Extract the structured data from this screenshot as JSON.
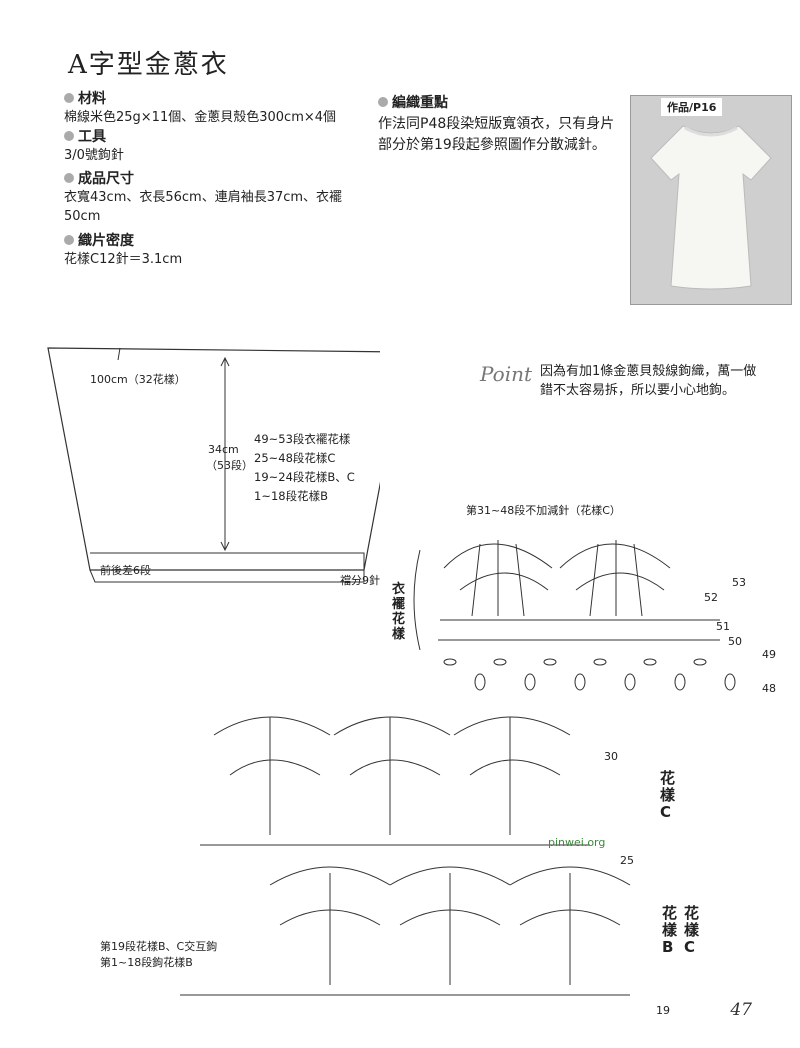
{
  "title": "A字型金蔥衣",
  "materials": {
    "heading": "材料",
    "text": "棉線米色25g×11個、金蔥貝殼色300cm×4個"
  },
  "tools": {
    "heading": "工具",
    "text": "3/0號鉤針"
  },
  "size": {
    "heading": "成品尺寸",
    "text": "衣寬43cm、衣長56cm、連肩袖長37cm、衣襬50cm"
  },
  "gauge": {
    "heading": "織片密度",
    "text": "花樣C12針＝3.1cm"
  },
  "knitting_points": {
    "heading": "編織重點",
    "text": "作法同P48段染短版寬領衣，只有身片部分於第19段起參照圖作分散減針。"
  },
  "photo_label": "作品/P16",
  "point": {
    "label": "Point",
    "text": "因為有加1條金蔥貝殼線鉤織，萬一做錯不太容易拆，所以要小心地鉤。"
  },
  "schematic": {
    "width_label": "100cm（32花樣）",
    "height_label": "34cm",
    "rows_label": "（53段）",
    "rows": [
      "49~53段衣襬花樣",
      "25~48段花樣C",
      "19~24段花樣B、C",
      "1~18段花樣B"
    ],
    "diff_label": "前後差6段",
    "split_label": "襠分9針"
  },
  "hem_chart": {
    "caption": "第31~48段不加減針（花樣C）",
    "side_label": "衣襬花樣",
    "row_numbers": [
      "53",
      "52",
      "51",
      "50",
      "49",
      "48"
    ]
  },
  "main_chart": {
    "label_c": "花樣C",
    "label_bc_1": "花樣B",
    "label_bc_2": "花樣C",
    "row_numbers": [
      "30",
      "25",
      "19"
    ],
    "watermark": "pinwei.org",
    "note1": "第19段花樣B、C交互鉤",
    "note2": "第1~18段鉤花樣B"
  },
  "page_number": "47"
}
